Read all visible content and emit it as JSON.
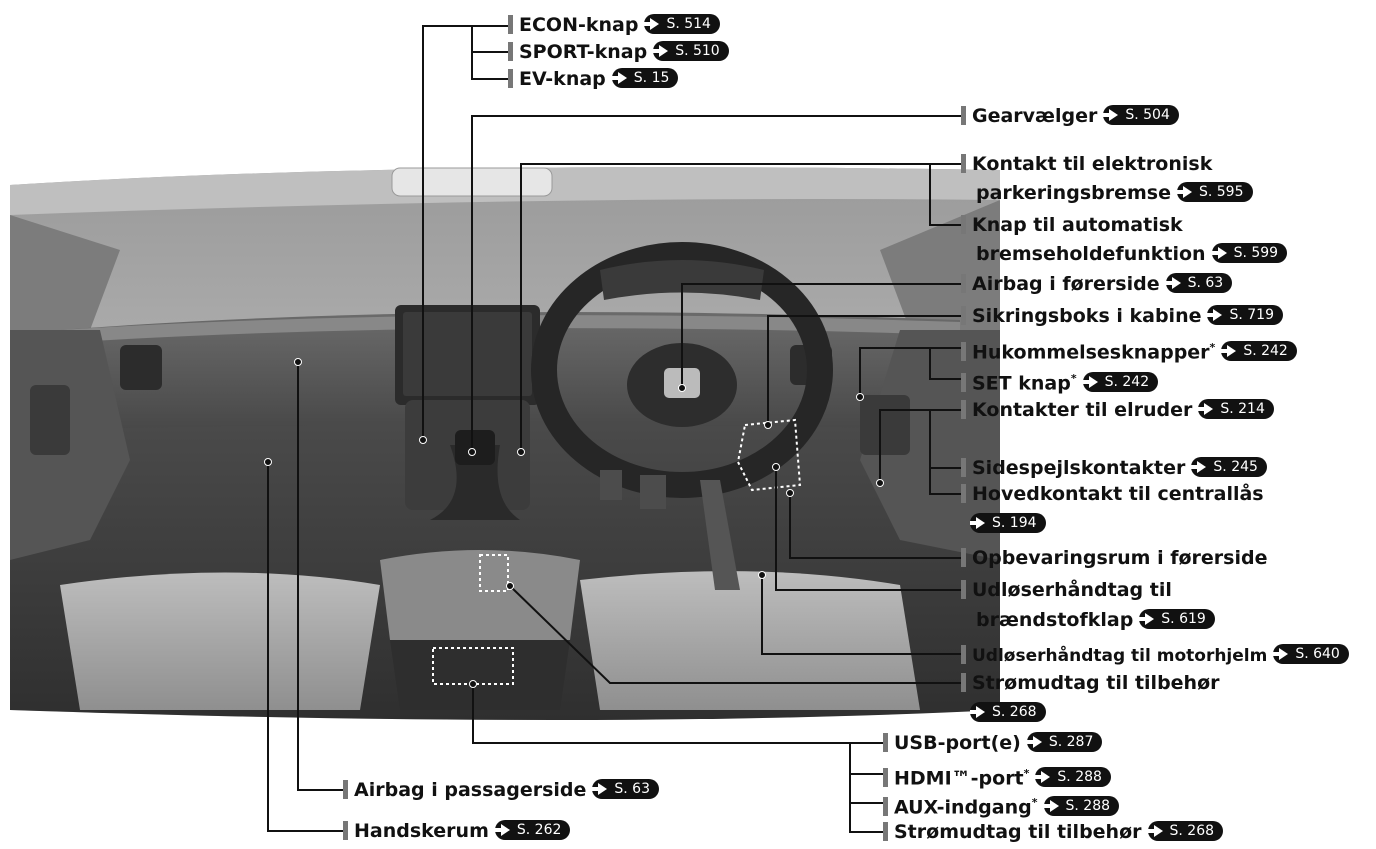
{
  "labels": {
    "econ": {
      "text": "ECON-knap",
      "ref": "S. 514"
    },
    "sport": {
      "text": "SPORT-knap",
      "ref": "S. 510"
    },
    "ev": {
      "text": "EV-knap",
      "ref": "S. 15"
    },
    "gear": {
      "text": "Gearvælger",
      "ref": "S. 504"
    },
    "parkbrake_l1": "Kontakt til elektronisk",
    "parkbrake_l2": {
      "text": "parkeringsbremse",
      "ref": "S. 595"
    },
    "autohold_l1": "Knap til automatisk",
    "autohold_l2": {
      "text": "bremseholdefunktion",
      "ref": "S. 599"
    },
    "driver_airbag": {
      "text": "Airbag i førerside",
      "ref": "S. 63"
    },
    "fusebox": {
      "text": "Sikringsboks i kabine",
      "ref": "S. 719"
    },
    "memory": {
      "text": "Hukommelsesknapper",
      "mark": "*",
      "ref": "S. 242"
    },
    "set": {
      "text": "SET knap",
      "mark": "*",
      "ref": "S. 242"
    },
    "windows": {
      "text": "Kontakter til elruder",
      "ref": "S. 214"
    },
    "mirrors": {
      "text": "Sidespejlskontakter",
      "ref": "S. 245"
    },
    "lock_l1": "Hovedkontakt til centrallås",
    "lock_ref": "S. 194",
    "storage": {
      "text": "Opbevaringsrum i førerside"
    },
    "fuel_l1": "Udløserhåndtag til",
    "fuel_l2": {
      "text": "brændstofklap",
      "ref": "S. 619"
    },
    "hood": {
      "text": "Udløserhåndtag til motorhjelm",
      "ref": "S. 640"
    },
    "power1_l1": "Strømudtag til tilbehør",
    "power1_ref": "S. 268",
    "usb": {
      "text": "USB-port(e)",
      "ref": "S. 287"
    },
    "hdmi": {
      "text": "HDMI™-port",
      "mark": "*",
      "ref": "S. 288"
    },
    "aux": {
      "text": "AUX-indgang",
      "mark": "*",
      "ref": "S. 288"
    },
    "power2": {
      "text": "Strømudtag til tilbehør",
      "ref": "S. 268"
    },
    "pass_airbag": {
      "text": "Airbag i passagerside",
      "ref": "S. 63"
    },
    "glovebox": {
      "text": "Handskerum",
      "ref": "S. 262"
    }
  },
  "colors": {
    "callout_line": "#111111",
    "label_bar": "#777777",
    "ref_pill": "#111111"
  }
}
